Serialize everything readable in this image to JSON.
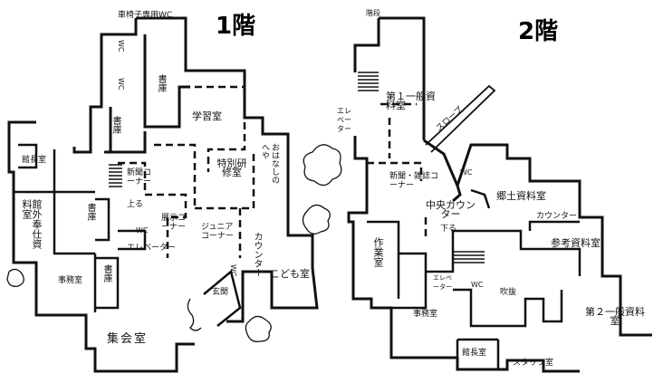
{
  "floors": [
    {
      "title": "1階",
      "labels": {
        "wheelchair_wc": "車椅子専用WC",
        "wc_a": "WC",
        "wc_b": "WC",
        "stacks_small": "書庫",
        "stacks_main": "書庫",
        "study": "学習室",
        "special": "特別研修室",
        "story": "おはなしのへや",
        "newspaper": "新聞コーナー",
        "up": "上る",
        "exhibit": "展示コーナー",
        "junior": "ジュニアコーナー",
        "counter": "カウンター",
        "children": "こども室",
        "entrance": "玄関",
        "wc_c": "WC",
        "elevator": "エレベーター",
        "wc_ev": "WC",
        "librarian": "館長室",
        "stacks_left": "書庫",
        "outside": "館外奉仕資料室",
        "office": "事務室",
        "stacks_lower": "書庫",
        "hall": "集会室"
      }
    },
    {
      "title": "2階",
      "labels": {
        "stairs": "階段",
        "elevator": "エレベーター",
        "general1": "第１一般資料室",
        "slope": "スロープ",
        "newspaper": "新聞・雑誌コーナー",
        "wc": "WC",
        "local": "郷土資料室",
        "counter_center": "中央カウンター",
        "down": "下る",
        "counter": "カウンター",
        "work": "作業室",
        "reference": "参考資料室",
        "ev": "エレベーター",
        "wc2": "WC",
        "atrium": "吹抜",
        "office": "事務室",
        "general2": "第２一般資料室",
        "director": "館長室",
        "staff": "スタッフ室"
      }
    }
  ]
}
